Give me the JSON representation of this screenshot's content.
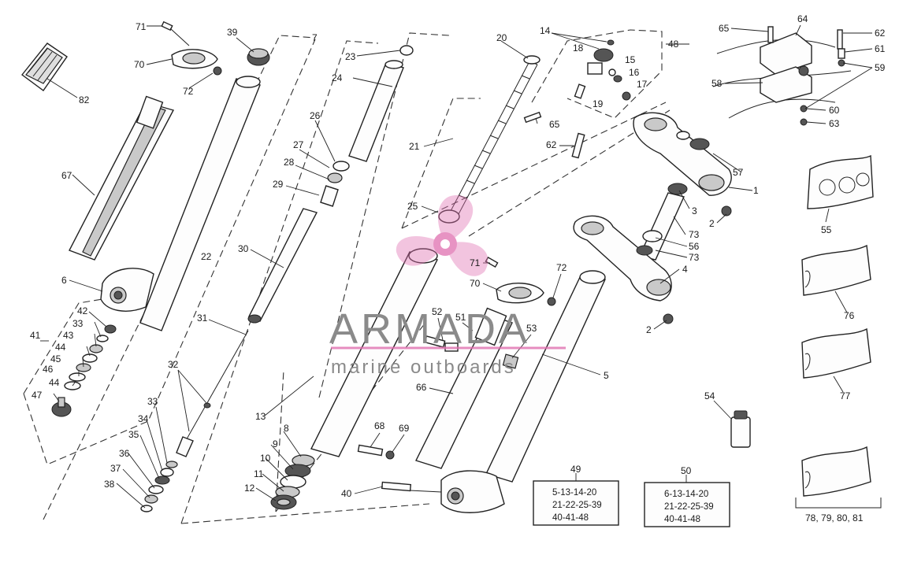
{
  "watermark": {
    "brand": "ARMADA",
    "tagline": "marine outboards",
    "accent_color": "#e070b0",
    "text_color": "#8a8a8a"
  },
  "callouts": {
    "c71a": "71",
    "c70a": "70",
    "c72a": "72",
    "c39": "39",
    "c7": "7",
    "c82": "82",
    "c67": "67",
    "c6": "6",
    "c41": "41",
    "c42": "42",
    "c33a": "33",
    "c43": "43",
    "c44a": "44",
    "c45": "45",
    "c46": "46",
    "c44b": "44",
    "c47": "47",
    "c22": "22",
    "c23": "23",
    "c24": "24",
    "c26": "26",
    "c27": "27",
    "c28": "28",
    "c29": "29",
    "c30": "30",
    "c31": "31",
    "c32": "32",
    "c33b": "33",
    "c34": "34",
    "c35": "35",
    "c36": "36",
    "c37": "37",
    "c38": "38",
    "c13": "13",
    "c8": "8",
    "c9": "9",
    "c10": "10",
    "c11": "11",
    "c12": "12",
    "c20": "20",
    "c21": "21",
    "c25": "25",
    "c14": "14",
    "c18": "18",
    "c15": "15",
    "c16": "16",
    "c17": "17",
    "c19": "19",
    "c48": "48",
    "c65a": "65",
    "c62a": "62",
    "c71b": "71",
    "c70b": "70",
    "c72b": "72",
    "c52": "52",
    "c51": "51",
    "c53": "53",
    "c66": "66",
    "c5": "5",
    "c68": "68",
    "c69": "69",
    "c40": "40",
    "c65b": "65",
    "c64": "64",
    "c62b": "62",
    "c61": "61",
    "c59": "59",
    "c58": "58",
    "c60": "60",
    "c63": "63",
    "c57": "57",
    "c1": "1",
    "c3": "3",
    "c2a": "2",
    "c73a": "73",
    "c56": "56",
    "c73b": "73",
    "c4": "4",
    "c2b": "2",
    "c55": "55",
    "c76": "76",
    "c77": "77",
    "c54": "54",
    "c49": "49",
    "c50": "50",
    "c78": "78, 79, 80, 81"
  },
  "kits": {
    "kit49": [
      "5-13-14-20",
      "21-22-25-39",
      "40-41-48"
    ],
    "kit50": [
      "6-13-14-20",
      "21-22-25-39",
      "40-41-48"
    ]
  }
}
